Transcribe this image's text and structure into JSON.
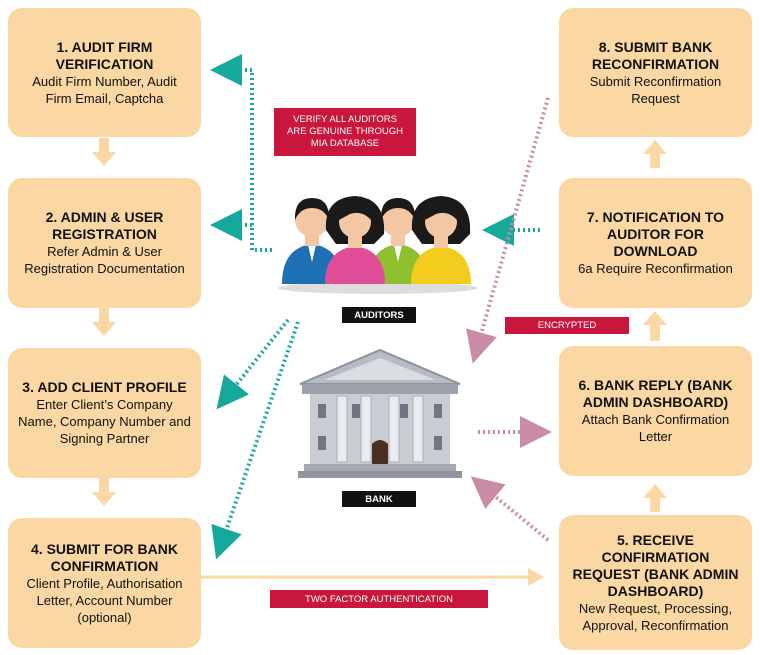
{
  "steps": [
    {
      "title": "1. AUDIT FIRM VERIFICATION",
      "desc": "Audit Firm Number, Audit Firm Email, Captcha"
    },
    {
      "title": "2. ADMIN & USER REGISTRATION",
      "desc": "Refer Admin & User Registration Documentation"
    },
    {
      "title": "3. ADD CLIENT PROFILE",
      "desc": "Enter Client’s Company Name, Company Number and Signing Partner"
    },
    {
      "title": "4. SUBMIT FOR BANK CONFIRMATION",
      "desc": "Client Profile, Authorisation Letter, Account Number (optional)"
    },
    {
      "title": "5. RECEIVE CONFIRMATION REQUEST (BANK ADMIN DASHBOARD)",
      "desc": "New Request, Processing, Approval, Reconfirmation"
    },
    {
      "title": "6. BANK REPLY (BANK ADMIN DASHBOARD)",
      "desc": "Attach Bank Confirmation Letter"
    },
    {
      "title": "7. NOTIFICATION TO AUDITOR FOR DOWNLOAD",
      "desc": "6a Require Reconfirmation"
    },
    {
      "title": "8. SUBMIT BANK RECONFIRMATION",
      "desc": "Submit Reconfirmation Request"
    }
  ],
  "labels": {
    "verify": "VERIFY ALL AUDITORS ARE GENUINE THROUGH MIA DATABASE",
    "auditors": "AUDITORS",
    "bank": "BANK",
    "encrypted": "ENCRYPTED",
    "two_factor": "TWO FACTOR AUTHENTICATION"
  },
  "colors": {
    "box": "#fbd7a3",
    "teal_arrow": "#16a99b",
    "pink_arrow": "#c98ba5",
    "red_tag": "#c8163d"
  },
  "icons": [
    "auditors-group-icon",
    "bank-building-icon"
  ]
}
